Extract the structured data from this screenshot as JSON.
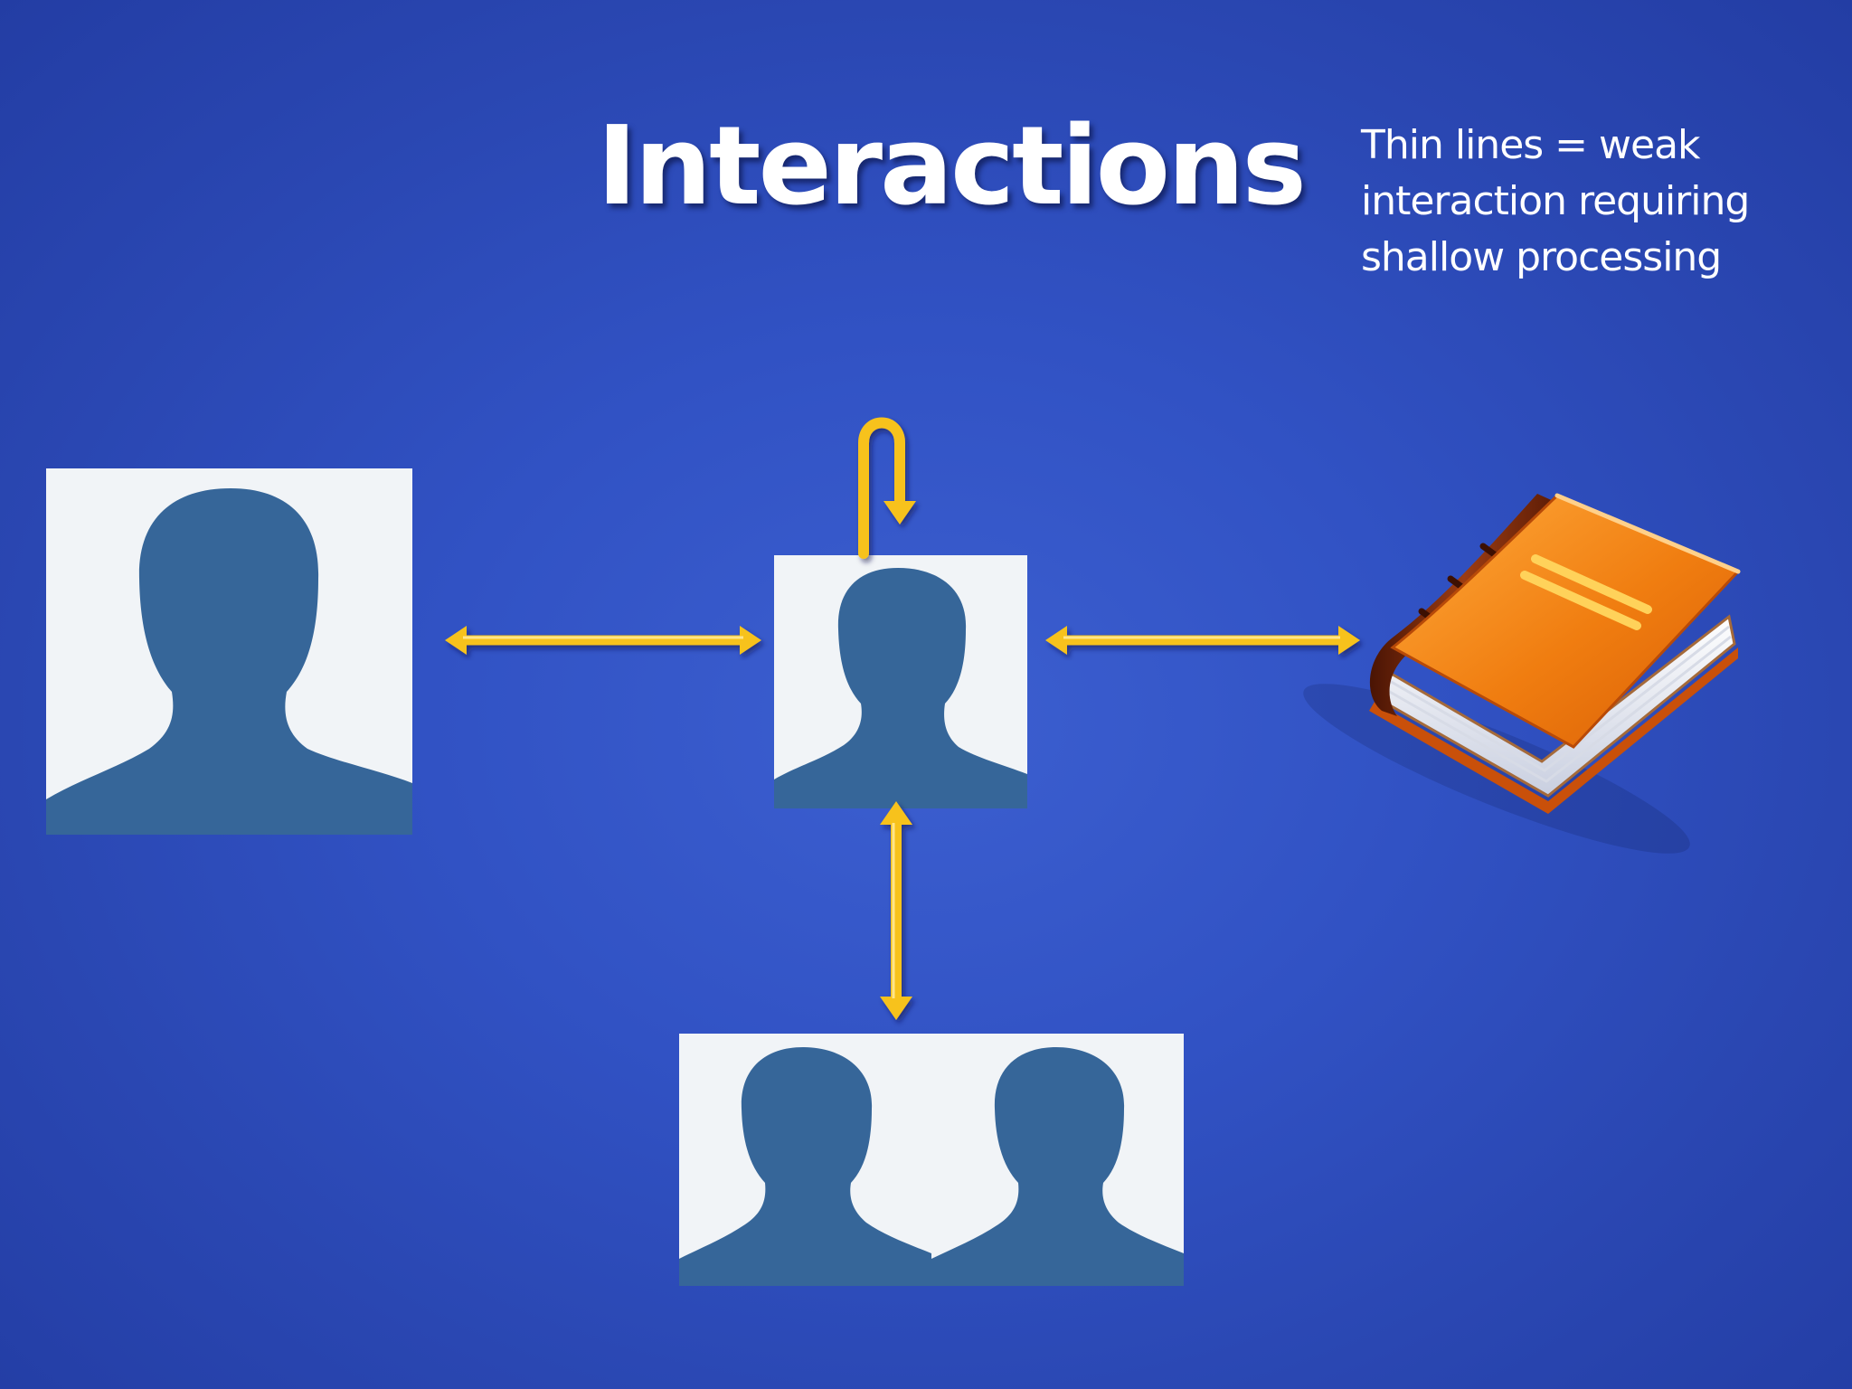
{
  "slide": {
    "title": "Interactions",
    "note_lines": [
      "Thin lines  = weak",
      "interaction requiring",
      "shallow processing"
    ]
  },
  "colors": {
    "background": "#3152c4",
    "frame": "#f1f4f7",
    "silhouette": "#366699",
    "arrow": "#f7c21a",
    "book_cover": "#f07d10",
    "book_spine": "#7a2a0c"
  },
  "icons": {
    "left_person": "person-silhouette-icon",
    "center_person": "person-silhouette-icon",
    "group": "two-person-silhouette-icon",
    "book": "book-icon"
  }
}
